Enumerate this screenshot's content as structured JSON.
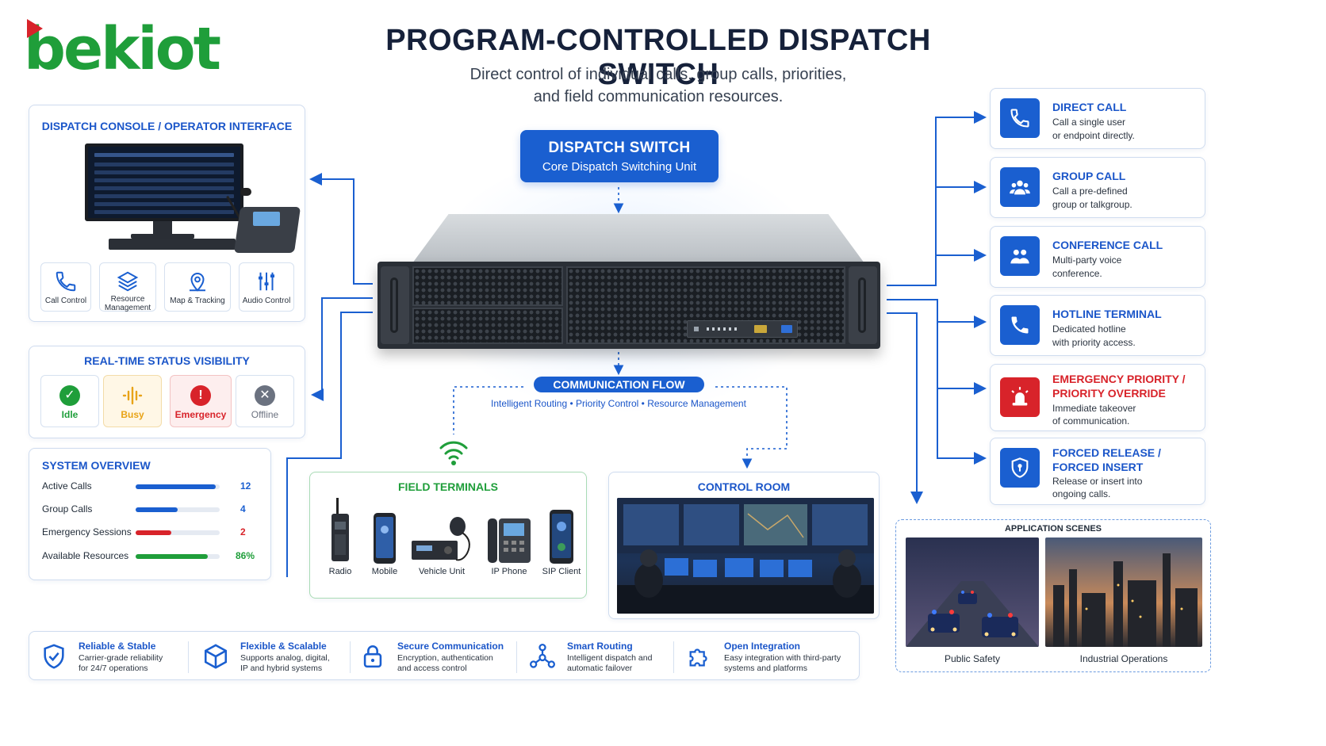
{
  "brand": {
    "logo_text": "bekiot"
  },
  "header": {
    "title": "PROGRAM-CONTROLLED DISPATCH SWITCH",
    "subtitle_line1": "Direct control of individual calls, group calls, priorities,",
    "subtitle_line2": "and field communication resources."
  },
  "console": {
    "title": "DISPATCH CONSOLE / OPERATOR INTERFACE",
    "tiles": [
      {
        "label": "Call Control",
        "icon": "phone-icon"
      },
      {
        "label": "Resource Management",
        "icon": "layers-icon"
      },
      {
        "label": "Map & Tracking",
        "icon": "map-pin-icon"
      },
      {
        "label": "Audio Control",
        "icon": "sliders-icon"
      }
    ]
  },
  "status": {
    "title": "REAL-TIME STATUS VISIBILITY",
    "items": [
      {
        "label": "Idle",
        "color": "#1f9e3a",
        "icon": "check-icon"
      },
      {
        "label": "Busy",
        "color": "#e8a317",
        "icon": "waveform-icon"
      },
      {
        "label": "Emergency",
        "color": "#d8232a",
        "icon": "alert-icon"
      },
      {
        "label": "Offline",
        "color": "#6b7280",
        "icon": "x-circle-icon"
      }
    ]
  },
  "overview": {
    "title": "SYSTEM OVERVIEW",
    "rows": [
      {
        "label": "Active Calls",
        "value": "12",
        "fill": 0.95,
        "color": "#1a5fd0"
      },
      {
        "label": "Group Calls",
        "value": "4",
        "fill": 0.5,
        "color": "#1a5fd0"
      },
      {
        "label": "Emergency Sessions",
        "value": "2",
        "fill": 0.42,
        "color": "#d8232a"
      },
      {
        "label": "Available Resources",
        "value": "86%",
        "fill": 0.86,
        "color": "#1f9e3a"
      }
    ]
  },
  "switch": {
    "title": "DISPATCH SWITCH",
    "subtitle": "Core Dispatch Switching Unit"
  },
  "flow": {
    "title": "COMMUNICATION FLOW",
    "subtitle": "Intelligent Routing • Priority Control • Resource Management"
  },
  "call_types": [
    {
      "title": "DIRECT CALL",
      "desc1": "Call a single user",
      "desc2": "or endpoint directly.",
      "color": "#1a5fd0",
      "icon": "phone-icon"
    },
    {
      "title": "GROUP CALL",
      "desc1": "Call a pre-defined",
      "desc2": "group or talkgroup.",
      "color": "#1a5fd0",
      "icon": "group-icon"
    },
    {
      "title": "CONFERENCE CALL",
      "desc1": "Multi-party voice",
      "desc2": "conference.",
      "color": "#1a5fd0",
      "icon": "group-icon"
    },
    {
      "title": "HOTLINE TERMINAL",
      "desc1": "Dedicated hotline",
      "desc2": "with priority access.",
      "color": "#1a5fd0",
      "icon": "phone-icon"
    },
    {
      "title1": "EMERGENCY PRIORITY /",
      "title2": "PRIORITY OVERRIDE",
      "desc1": "Immediate takeover",
      "desc2": "of communication.",
      "color": "#d8232a",
      "icon": "siren-icon"
    },
    {
      "title1": "FORCED RELEASE /",
      "title2": "FORCED INSERT",
      "desc1": "Release or insert into",
      "desc2": "ongoing calls.",
      "color": "#1a5fd0",
      "icon": "shield-icon"
    }
  ],
  "field": {
    "title": "FIELD TERMINALS",
    "items": [
      "Radio",
      "Mobile",
      "Vehicle Unit",
      "IP Phone",
      "SIP Client"
    ]
  },
  "control_room": {
    "title": "CONTROL ROOM"
  },
  "scenes": {
    "title": "APPLICATION SCENES",
    "items": [
      "Public Safety",
      "Industrial Operations"
    ]
  },
  "features": [
    {
      "title": "Reliable & Stable",
      "desc1": "Carrier-grade reliability",
      "desc2": "for 24/7 operations",
      "icon": "shield-check-icon"
    },
    {
      "title": "Flexible & Scalable",
      "desc1": "Supports analog, digital,",
      "desc2": "IP and hybrid systems",
      "icon": "cube-icon"
    },
    {
      "title": "Secure Communication",
      "desc1": "Encryption, authentication",
      "desc2": "and access control",
      "icon": "lock-icon"
    },
    {
      "title": "Smart Routing",
      "desc1": "Intelligent dispatch and",
      "desc2": "automatic failover",
      "icon": "network-icon"
    },
    {
      "title": "Open Integration",
      "desc1": "Easy integration with third-party",
      "desc2": "systems and platforms",
      "icon": "puzzle-icon"
    }
  ]
}
